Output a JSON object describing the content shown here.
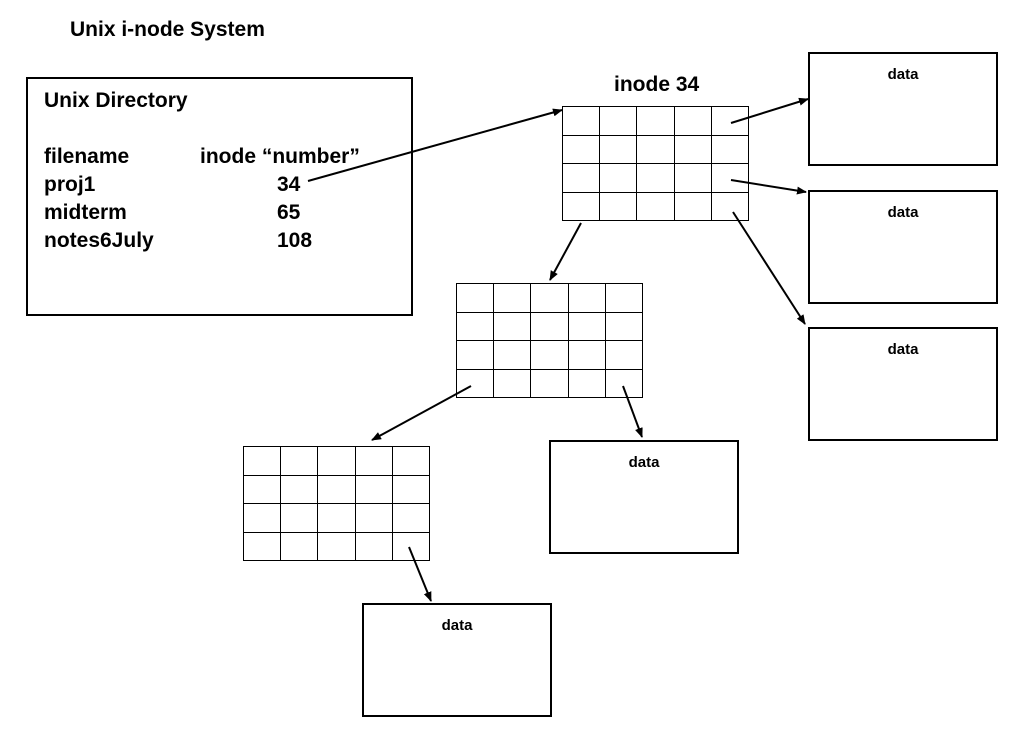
{
  "title": "Unix i-node System",
  "directory": {
    "heading": "Unix Directory",
    "header": {
      "filename": "filename",
      "inode": "inode “number”"
    },
    "rows": [
      {
        "filename": "proj1",
        "inode": "34"
      },
      {
        "filename": "midterm",
        "inode": "65"
      },
      {
        "filename": "notes6July",
        "inode": "108"
      }
    ]
  },
  "inode_label": "inode 34",
  "data_label": "data",
  "colors": {
    "line": "#000000",
    "background": "#ffffff"
  }
}
